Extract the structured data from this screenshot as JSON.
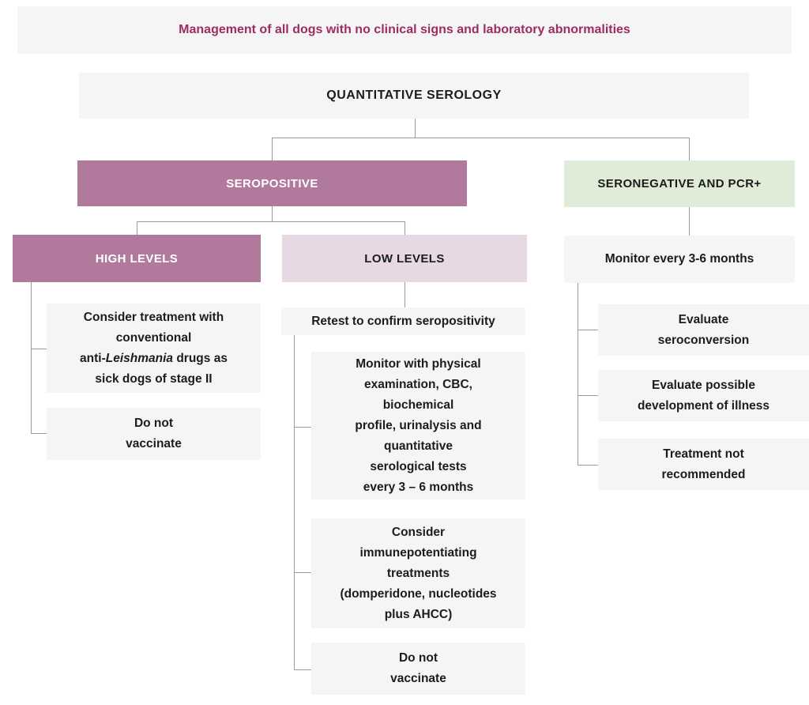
{
  "title": "Management of all dogs with no clinical signs and laboratory abnormalities",
  "colors": {
    "title_text": "#9c2d62",
    "mauve": "#b17a9c",
    "light_pink": "#e7d8e4",
    "light_green": "#e0ebd8",
    "gray_box": "#f5f5f5",
    "connector_line": "#9b9b9b"
  },
  "root": {
    "label": "QUANTITATIVE SEROLOGY"
  },
  "branches": {
    "seropositive": {
      "label": "SEROPOSITIVE",
      "high_levels": {
        "label": "HIGH LEVELS",
        "children": {
          "treatment": {
            "pre": "Consider treatment with\nconventional\nanti-",
            "italic": "Leishmania",
            "post": " drugs as\nsick dogs of stage II"
          },
          "vaccinate": {
            "text": "Do not\nvaccinate"
          }
        }
      },
      "low_levels": {
        "label": "LOW LEVELS",
        "children": {
          "retest": {
            "text": "Retest to confirm seropositivity"
          },
          "monitor": {
            "text": "Monitor with physical\nexamination, CBC,\nbiochemical\nprofile, urinalysis and\nquantitative\nserological tests\nevery 3 – 6 months"
          },
          "immunopotentiating": {
            "text": "Consider\nimmunepotentiating\ntreatments\n(domperidone, nucleotides\nplus AHCC)"
          },
          "vaccinate": {
            "text": "Do not\nvaccinate"
          }
        }
      }
    },
    "seronegative": {
      "label": "SERONEGATIVE AND PCR+",
      "children": {
        "monitor": {
          "text": "Monitor every 3-6 months"
        },
        "seroconversion": {
          "text": "Evaluate\nseroconversion"
        },
        "illness": {
          "text": "Evaluate possible\ndevelopment of illness"
        },
        "treatment": {
          "text": "Treatment not\nrecommended"
        }
      }
    }
  }
}
